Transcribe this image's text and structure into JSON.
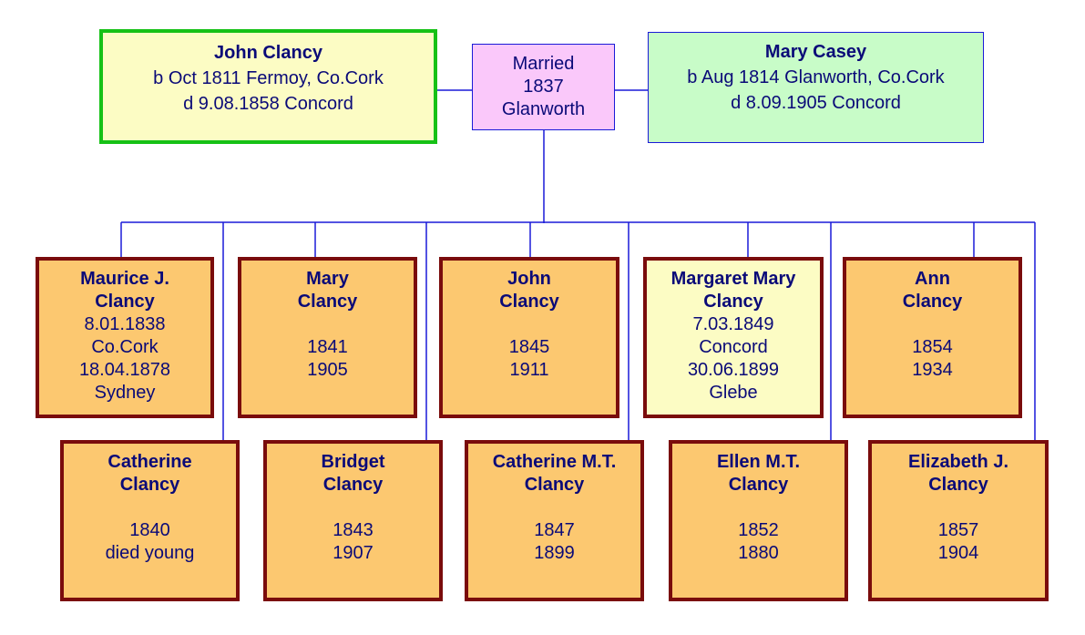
{
  "colors": {
    "connector": "#1a1ad8",
    "text": "#0a0a78",
    "father_fill": "#fcfcc4",
    "father_border": "#16c116",
    "mother_fill": "#c8fcc8",
    "mother_border": "#1a1ad8",
    "marriage_fill": "#fac8fa",
    "child_fill": "#fcc870",
    "child_highlight_fill": "#fcfcc4",
    "child_border": "#7a0c0c"
  },
  "father": {
    "name": "John Clancy",
    "birth": "b Oct 1811 Fermoy, Co.Cork",
    "death": "d 9.08.1858 Concord"
  },
  "marriage": {
    "label": "Married",
    "year": "1837",
    "place": "Glanworth"
  },
  "mother": {
    "name": "Mary Casey",
    "birth": "b Aug 1814 Glanworth, Co.Cork",
    "death": "d 8.09.1905 Concord"
  },
  "children": [
    {
      "name1": "Maurice J.",
      "name2": "Clancy",
      "l3": "8.01.1838",
      "l4": "Co.Cork",
      "l5": "18.04.1878",
      "l6": "Sydney",
      "highlight": false
    },
    {
      "name1": "Mary",
      "name2": "Clancy",
      "l3": "",
      "l4": "1841",
      "l5": "1905",
      "l6": "",
      "highlight": false
    },
    {
      "name1": "John",
      "name2": "Clancy",
      "l3": "",
      "l4": "1845",
      "l5": "1911",
      "l6": "",
      "highlight": false
    },
    {
      "name1": "Margaret Mary",
      "name2": "Clancy",
      "l3": "7.03.1849",
      "l4": "Concord",
      "l5": "30.06.1899",
      "l6": "Glebe",
      "highlight": true
    },
    {
      "name1": "Ann",
      "name2": "Clancy",
      "l3": "",
      "l4": "1854",
      "l5": "1934",
      "l6": "",
      "highlight": false
    },
    {
      "name1": "Catherine",
      "name2": "Clancy",
      "l3": "",
      "l4": "1840",
      "l5": "died young",
      "l6": "",
      "highlight": false
    },
    {
      "name1": "Bridget",
      "name2": "Clancy",
      "l3": "",
      "l4": "1843",
      "l5": "1907",
      "l6": "",
      "highlight": false
    },
    {
      "name1": "Catherine M.T.",
      "name2": "Clancy",
      "l3": "",
      "l4": "1847",
      "l5": "1899",
      "l6": "",
      "highlight": false
    },
    {
      "name1": "Ellen M.T.",
      "name2": "Clancy",
      "l3": "",
      "l4": "1852",
      "l5": "1880",
      "l6": "",
      "highlight": false
    },
    {
      "name1": "Elizabeth J.",
      "name2": "Clancy",
      "l3": "",
      "l4": "1857",
      "l5": "1904",
      "l6": "",
      "highlight": false
    }
  ]
}
